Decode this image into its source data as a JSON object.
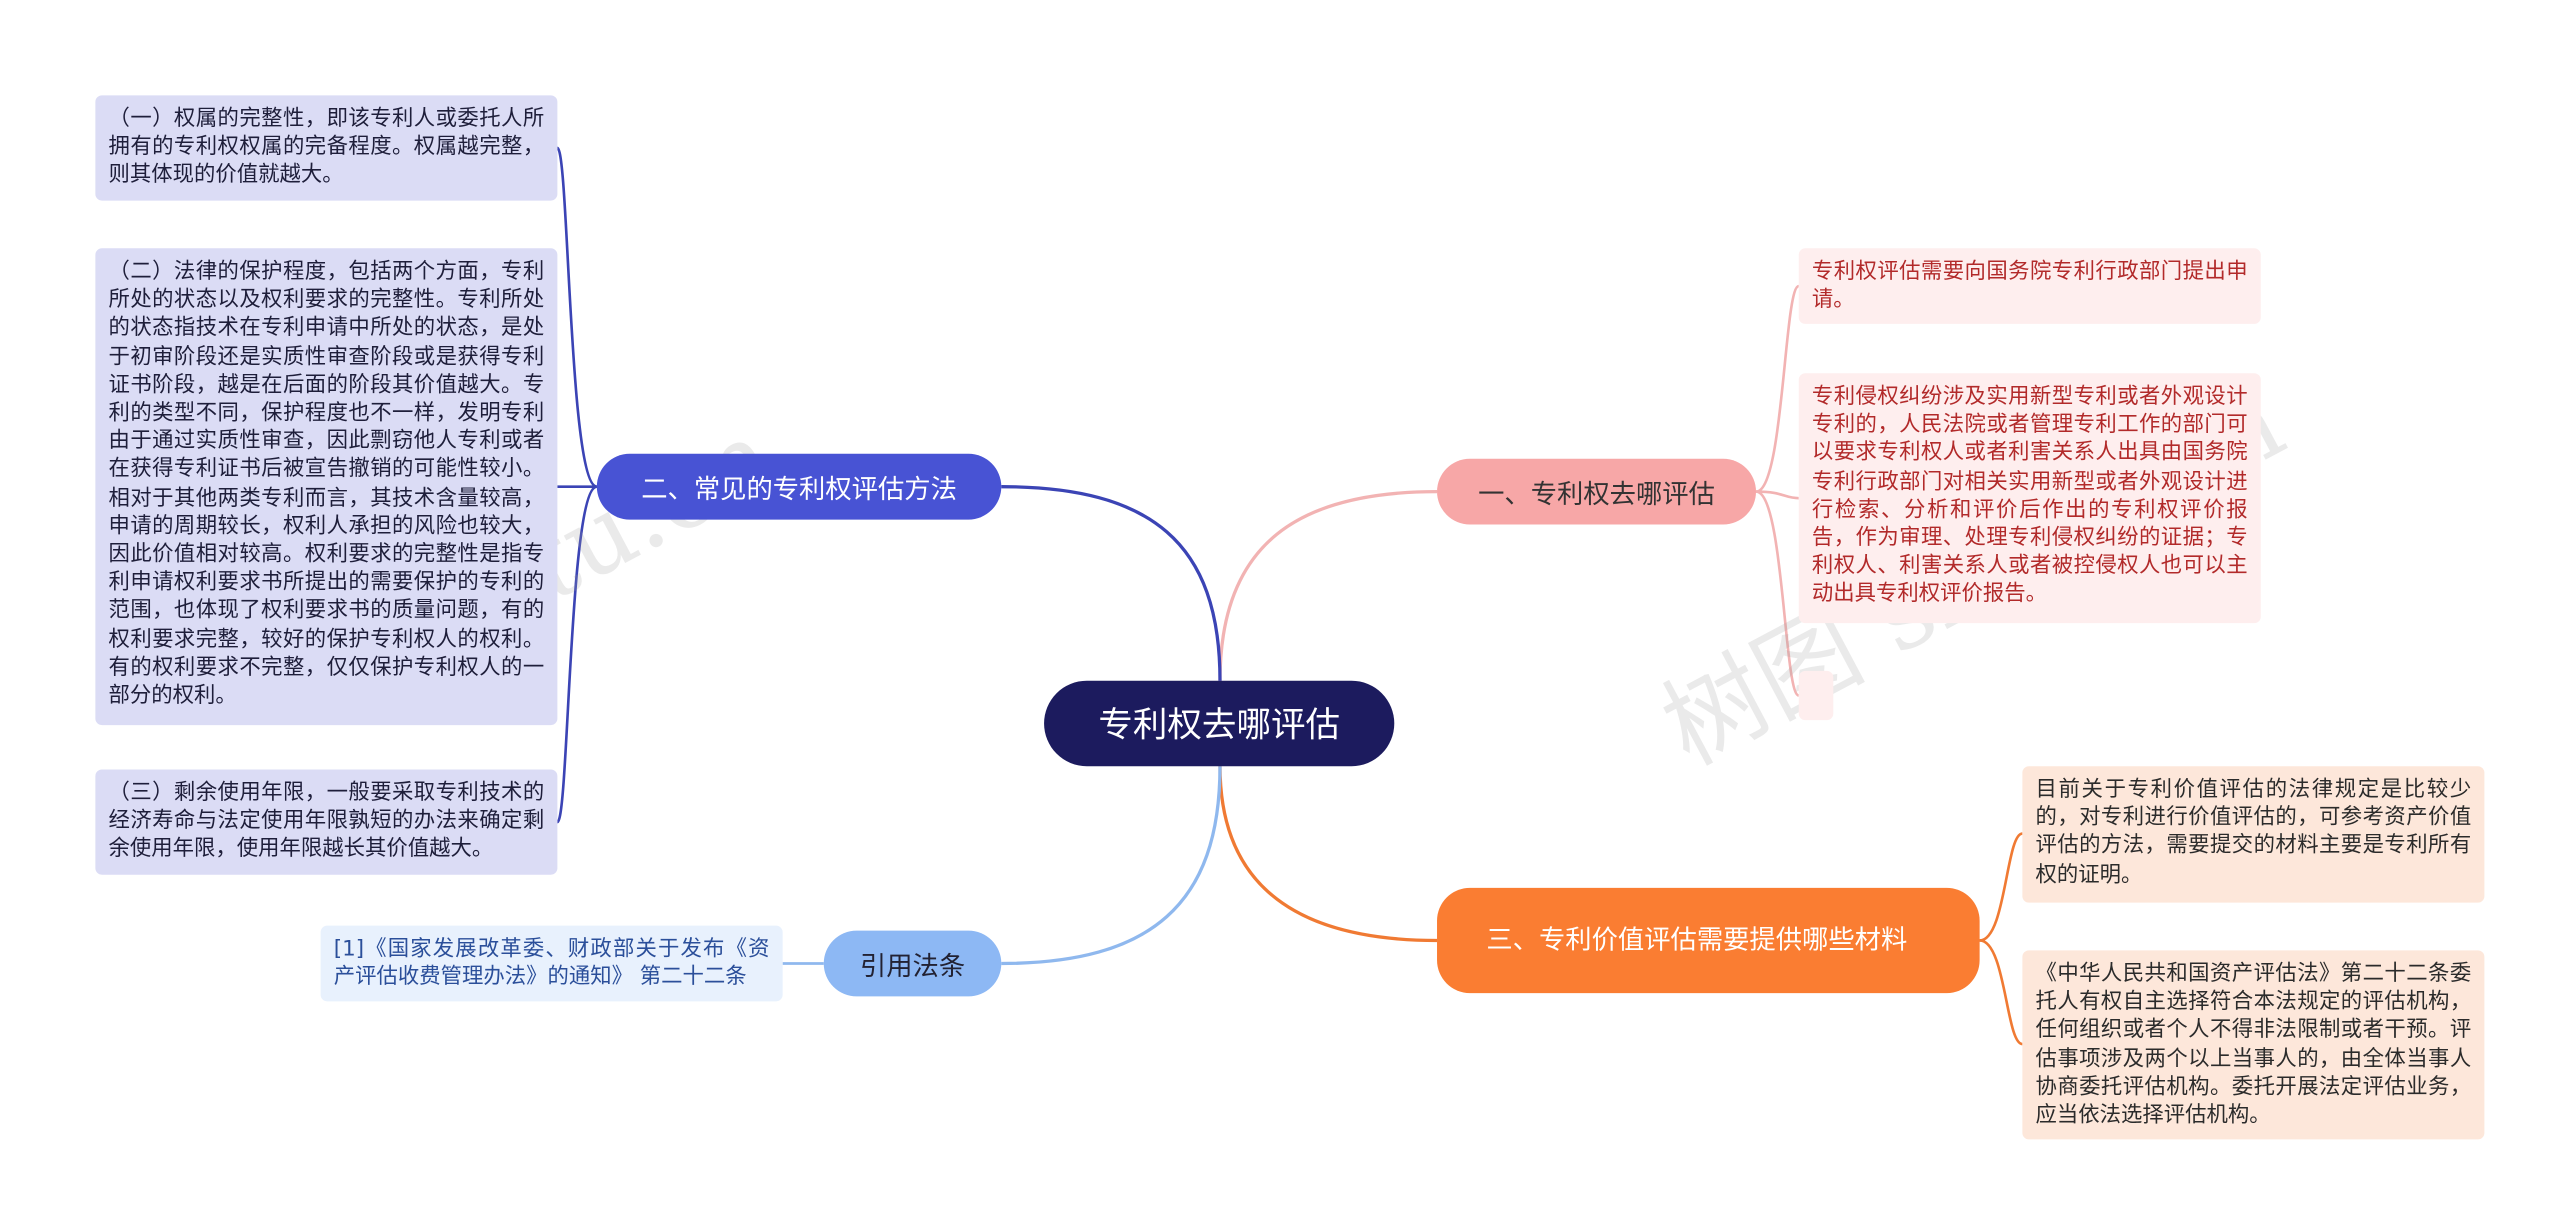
{
  "root": {
    "title": "专利权去哪评估"
  },
  "branches": {
    "where": {
      "label": "一、专利权去哪评估",
      "color": "#f7a7a7"
    },
    "methods": {
      "label": "二、常见的专利权评估方法",
      "color": "#4853d4"
    },
    "materials": {
      "label": "三、专利价值评估需要提供哪些材料",
      "color": "#fa7d32"
    },
    "citations": {
      "label": "引用法条",
      "color": "#8db8f4"
    }
  },
  "leaves": {
    "where": [
      "专利权评估需要向国务院专利行政部门提出申请。",
      "专利侵权纠纷涉及实用新型专利或者外观设计专利的，人民法院或者管理专利工作的部门可以要求专利权人或者利害关系人出具由国务院专利行政部门对相关实用新型或者外观设计进行检索、分析和评价后作出的专利权评价报告，作为审理、处理专利侵权纠纷的证据；专利权人、利害关系人或者被控侵权人也可以主动出具专利权评价报告。",
      ""
    ],
    "methods": [
      "（一）权属的完整性，即该专利人或委托人所拥有的专利权权属的完备程度。权属越完整，则其体现的价值就越大。",
      "（二）法律的保护程度，包括两个方面，专利所处的状态以及权利要求的完整性。专利所处的状态指技术在专利申请中所处的状态，是处于初审阶段还是实质性审查阶段或是获得专利证书阶段，越是在后面的阶段其价值越大。专利的类型不同，保护程度也不一样，发明专利由于通过实质性审查，因此剽窃他人专利或者在获得专利证书后被宣告撤销的可能性较小。相对于其他两类专利而言，其技术含量较高，申请的周期较长，权利人承担的风险也较大，因此价值相对较高。权利要求的完整性是指专利申请权利要求书所提出的需要保护的专利的范围，也体现了权利要求书的质量问题，有的权利要求完整，较好的保护专利权人的权利。有的权利要求不完整，仅仅保护专利权人的一部分的权利。",
      "（三）剩余使用年限，一般要采取专利技术的经济寿命与法定使用年限孰短的办法来确定剩余使用年限，使用年限越长其价值越大。"
    ],
    "materials": [
      "目前关于专利价值评估的法律规定是比较少的，对专利进行价值评估的，可参考资产价值评估的方法，需要提交的材料主要是专利所有权的证明。",
      "《中华人民共和国资产评估法》第二十二条委托人有权自主选择符合本法规定的评估机构，任何组织或者个人不得非法限制或者干预。评估事项涉及两个以上当事人的，由全体当事人协商委托评估机构。委托开展法定评估业务，应当依法选择评估机构。"
    ],
    "citations": [
      "[1]《国家发展改革委、财政部关于发布《资产评估收费管理办法》的通知》 第二十二条"
    ]
  },
  "watermark": {
    "text1": "shutu.cn",
    "text2": "树图"
  }
}
